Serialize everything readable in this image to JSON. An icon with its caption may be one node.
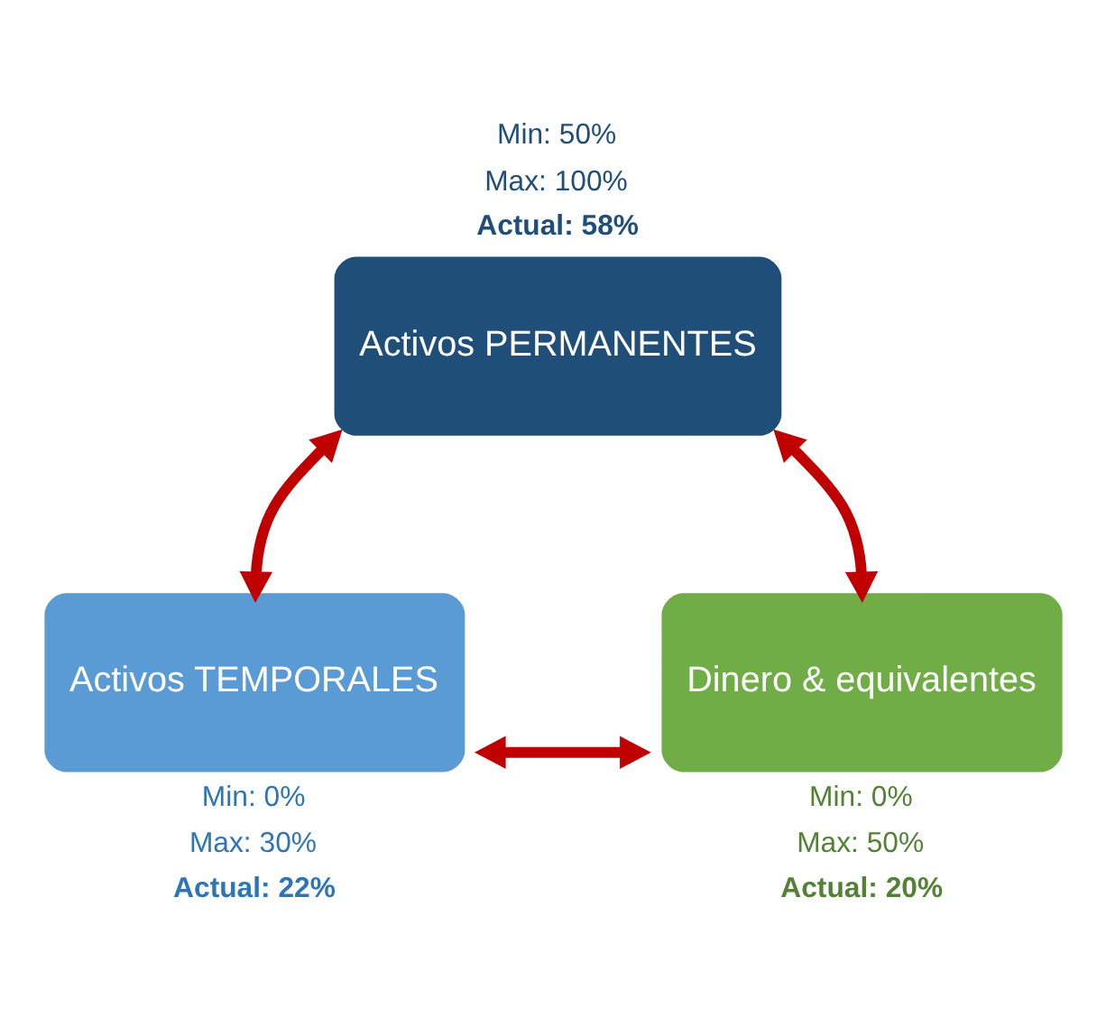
{
  "diagram": {
    "nodes": [
      {
        "text": [
          "Activos PERMANENTES"
        ],
        "beside": [
          "Min: 50%",
          "Max: 100%",
          "Actual: 58%"
        ]
      },
      {
        "text": [
          "Activos TEMPORALES"
        ],
        "beside": [
          "Min: 0%",
          "Max: 30%",
          "Actual: 22%"
        ]
      },
      {
        "text": [
          "Dinero & equivalentes"
        ],
        "beside": [
          "Min: 0%",
          "Max: 50%",
          "Actual: 20%"
        ]
      }
    ],
    "edges": [
      {
        "from": 0,
        "to": 1,
        "arrow": "both"
      },
      {
        "from": 0,
        "to": 2,
        "arrow": "both"
      },
      {
        "from": 1,
        "to": 2,
        "arrow": "both"
      }
    ]
  }
}
